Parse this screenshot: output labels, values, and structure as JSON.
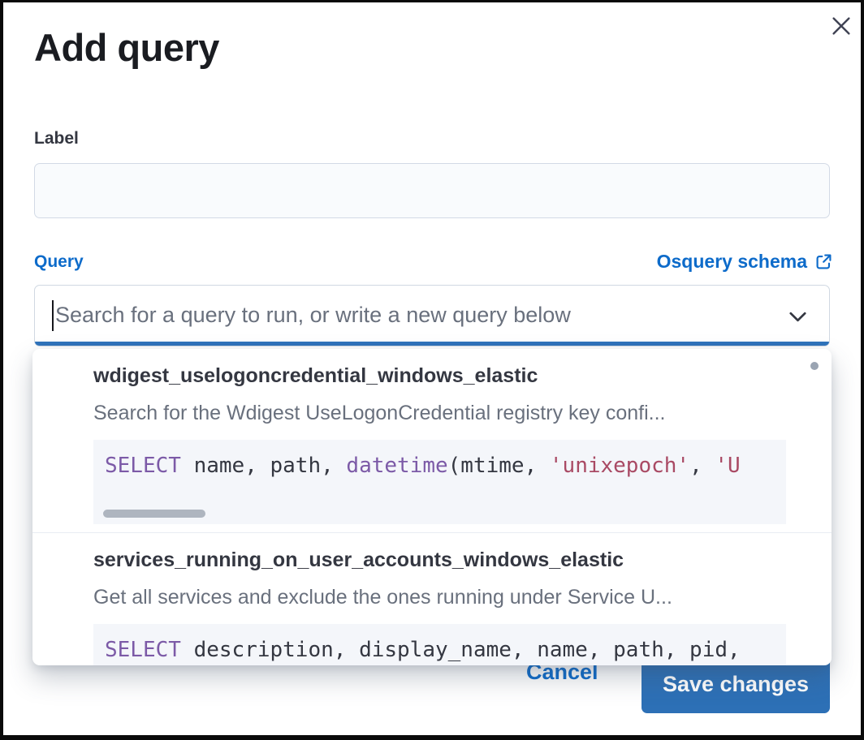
{
  "modal": {
    "title": "Add query"
  },
  "form": {
    "label_field": {
      "label": "Label",
      "value": "",
      "placeholder": ""
    },
    "query_field": {
      "label": "Query",
      "schema_link_label": "Osquery schema",
      "placeholder": "Search for a query to run, or write a new query below"
    }
  },
  "dropdown": {
    "options": [
      {
        "title": "wdigest_uselogoncredential_windows_elastic",
        "description": "Search for the Wdigest UseLogonCredential registry key confi...",
        "code": [
          {
            "t": "SELECT",
            "c": "keyword"
          },
          {
            "t": " name, path, ",
            "c": "plain"
          },
          {
            "t": "datetime",
            "c": "keyword"
          },
          {
            "t": "(mtime, ",
            "c": "plain"
          },
          {
            "t": "'unixepoch'",
            "c": "string"
          },
          {
            "t": ", ",
            "c": "plain"
          },
          {
            "t": "'U",
            "c": "string"
          }
        ]
      },
      {
        "title": "services_running_on_user_accounts_windows_elastic",
        "description": "Get all services and exclude the ones running under Service U...",
        "code": [
          {
            "t": "SELECT",
            "c": "keyword"
          },
          {
            "t": " description, display_name, name, path, pid,",
            "c": "plain"
          }
        ]
      }
    ]
  },
  "footer": {
    "cancel_label": "Cancel",
    "save_label": "Save changes"
  },
  "icons": {
    "close-icon": "✕",
    "chevron-down-icon": "⌄",
    "external-link-icon": "↗",
    "text-cursor": "|"
  },
  "colors": {
    "link_blue": "#0d6bca",
    "focus_blue": "#2f73bb",
    "primary_button": "#2d70b6",
    "keyword": "#7c5aa7",
    "string": "#a94a64",
    "text": "#343741",
    "subdued": "#69707d"
  }
}
